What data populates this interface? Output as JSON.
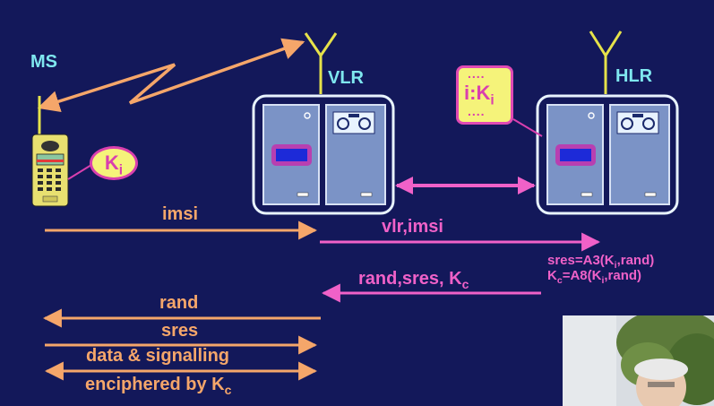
{
  "nodes": {
    "ms": "MS",
    "vlr": "VLR",
    "hlr": "HLR"
  },
  "ki_bubble": {
    "base": "K",
    "sub": "i"
  },
  "ki_store": {
    "dots_top": "....",
    "prefix": "i:K",
    "sub": "i",
    "dots_bottom": "...."
  },
  "messages": {
    "imsi": "imsi",
    "vlr_imsi": "vlr,imsi",
    "sres_formula_1": {
      "a": "sres=A3(K",
      "sub": "i",
      "b": ",rand)"
    },
    "sres_formula_2": {
      "a": "K",
      "sub1": "c",
      "b": "=A8(K",
      "sub2": "i",
      "c": ",rand)"
    },
    "rand_sres_kc": {
      "a": "rand,sres, K",
      "sub": "c"
    },
    "rand": "rand",
    "sres": "sres",
    "data_signalling": "data & signalling",
    "enciphered": {
      "a": "enciphered by K",
      "sub": "c"
    }
  },
  "colors": {
    "background": "#13185a",
    "orange_arrow": "#f5a66a",
    "pink_arrow": "#f061c8",
    "node_label": "#7fe7ef",
    "key_fill": "#f5f37a",
    "key_text": "#d93fae"
  }
}
